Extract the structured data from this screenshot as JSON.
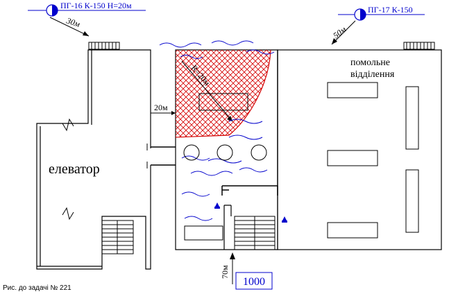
{
  "hydrants": [
    {
      "label": "ПГ-16 К-150 Н=20м",
      "distance": "30м"
    },
    {
      "label": "ПГ-17 К-150",
      "distance": "50м"
    }
  ],
  "rooms": {
    "elevator": "елеватор",
    "mill_line1": "помольне",
    "mill_line2": "відділення"
  },
  "fire_radius": "R=20м",
  "gap_distance": "20м",
  "approach_distance": "70м",
  "box_number": "1000",
  "caption": "Рис. до задачі № 221",
  "colors": {
    "hydrant_text": "#0000cc",
    "hatch": "#d40000",
    "smoke": "#0000cc",
    "lines": "#000000"
  }
}
